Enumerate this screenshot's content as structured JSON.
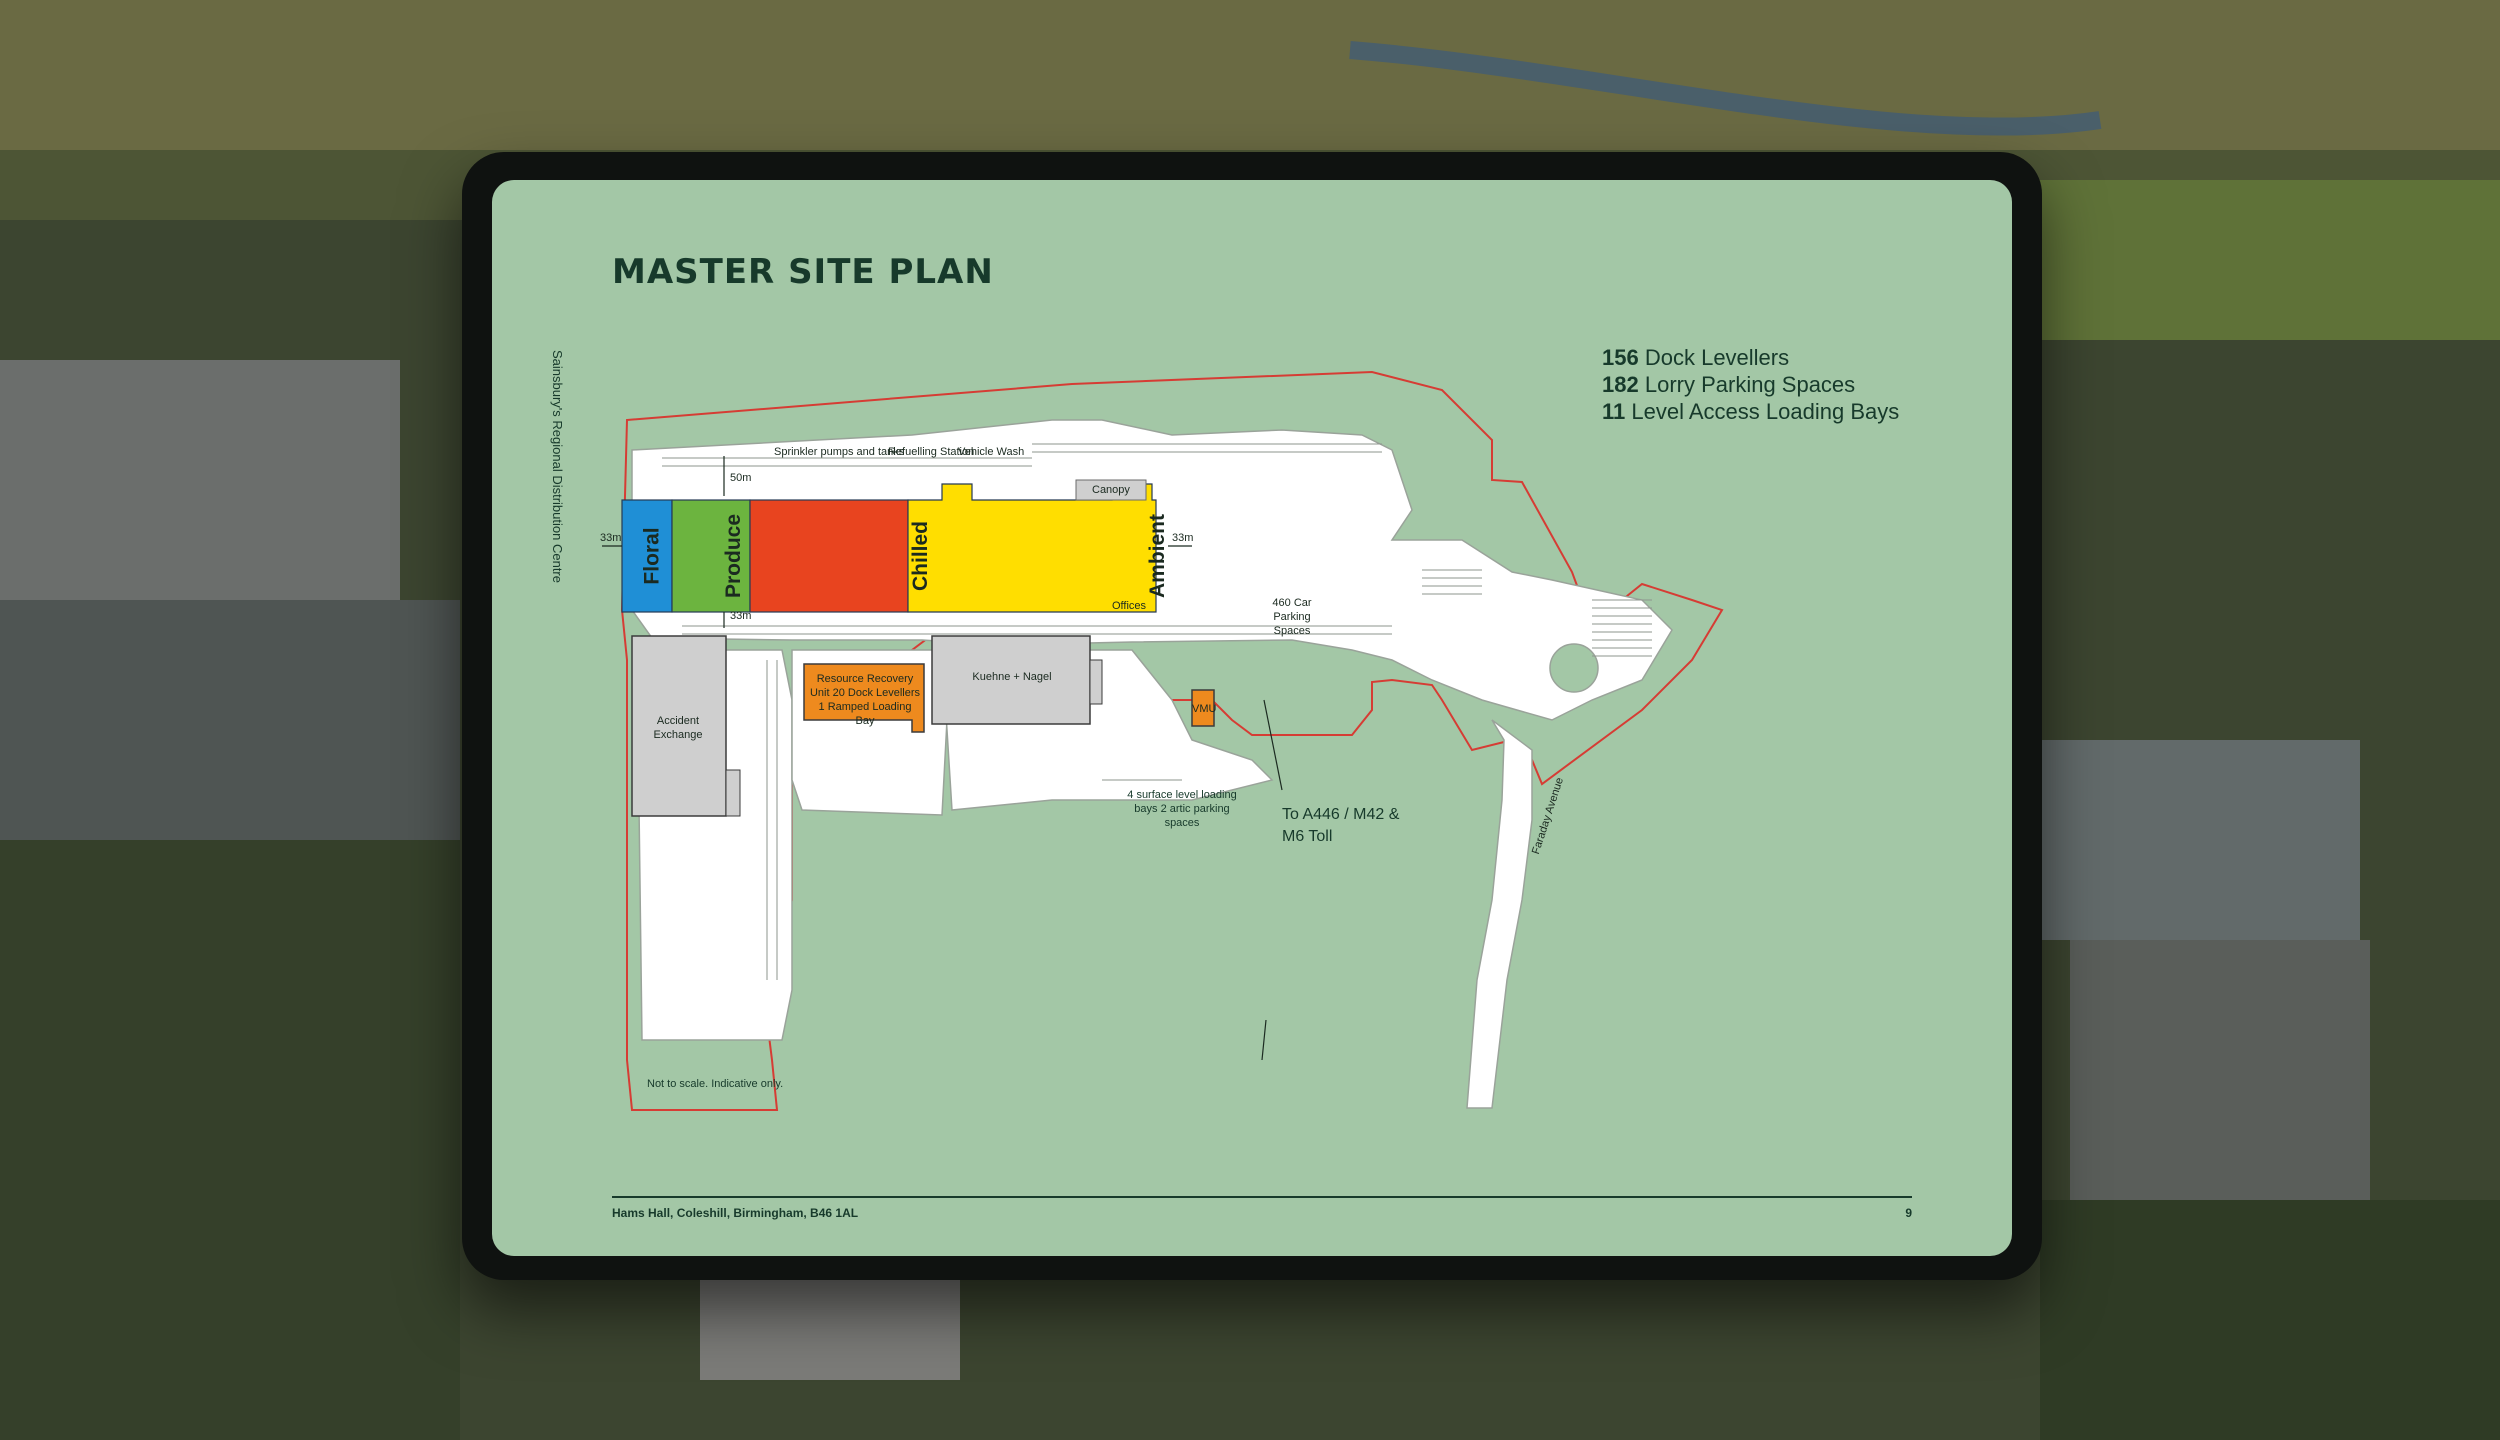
{
  "page": {
    "title": "MASTER SITE PLAN",
    "side_label": "Sainsbury's Regional Distribution Centre",
    "stats": [
      {
        "num": "156",
        "text": "Dock Levellers"
      },
      {
        "num": "182",
        "text": "Lorry Parking Spaces"
      },
      {
        "num": "11",
        "text": "Level Access Loading Bays"
      }
    ],
    "footer_address": "Hams Hall, Coleshill, Birmingham, B46 1AL",
    "page_number": "9",
    "not_to_scale": "Not to scale. Indicative only."
  },
  "zones": {
    "floral": "Floral",
    "produce": "Produce",
    "chilled": "Chilled",
    "ambient": "Ambient",
    "colors": {
      "floral": "#1f8fd6",
      "produce": "#6cb43f",
      "chilled": "#e8441f",
      "ambient": "#ffde00",
      "orange": "#ee8a1e",
      "grey": "#cfcfcf",
      "boundary": "#d63c34"
    }
  },
  "labels": {
    "sprinkler": "Sprinkler pumps and tanks",
    "refuelling": "Refuelling Station",
    "vehicle_wash": "Vehicle Wash",
    "canopy": "Canopy",
    "offices": "Offices",
    "d50": "50m",
    "d33_left": "33m",
    "d33_right": "33m",
    "d33_bottom": "33m",
    "car_parking": "460 Car Parking Spaces",
    "accident_exchange": "Accident Exchange",
    "resource_recovery": "Resource Recovery Unit 20 Dock Levellers 1 Ramped Loading Bay",
    "kuehne": "Kuehne + Nagel",
    "vmu": "VMU",
    "faraday": "Faraday Avenue",
    "loading_note": "4 surface level loading bays 2 artic parking spaces",
    "to_road": "To A446 / M42 & M6 Toll"
  }
}
